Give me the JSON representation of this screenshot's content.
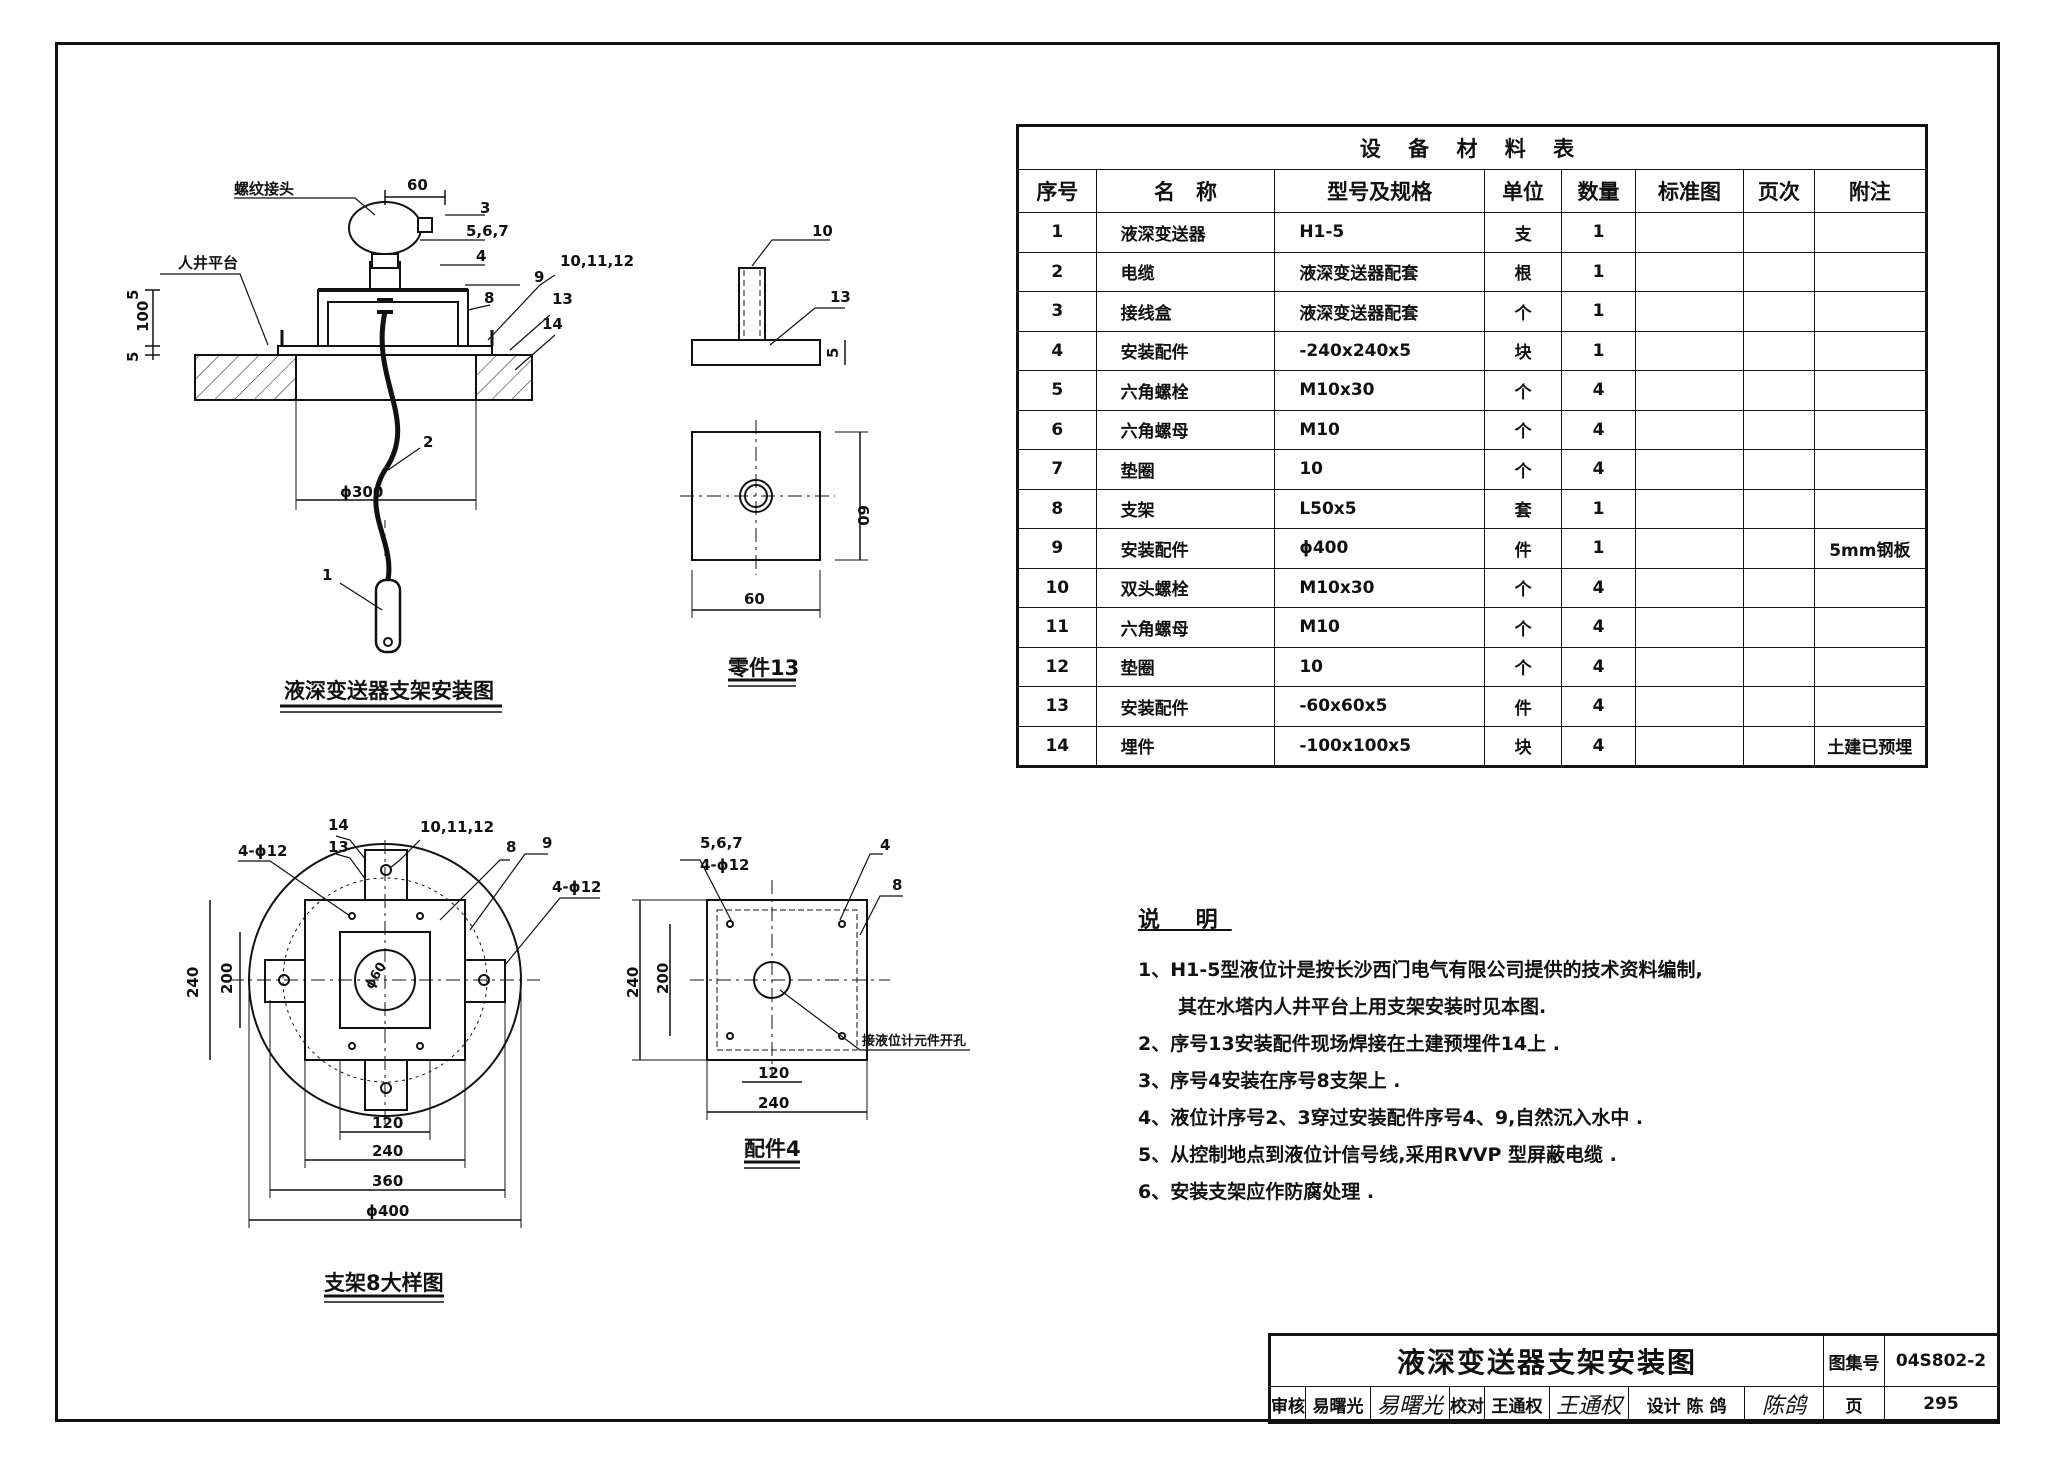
{
  "drawing_1": {
    "title": "液深变送器支架安装图",
    "labels": {
      "thread": "螺纹接头",
      "platform": "人井平台",
      "dim_60": "60",
      "n3": "3",
      "n567": "5,6,7",
      "n4": "4",
      "n101112": "10,11,12",
      "n9": "9",
      "n8": "8",
      "n13": "13",
      "n14": "14",
      "dim_5a": "5",
      "dim_100": "100",
      "dim_5b": "5",
      "n2": "2",
      "phi300": "ϕ300",
      "n1": "1"
    }
  },
  "part13": {
    "title": "零件13",
    "labels": {
      "n10": "10",
      "n13": "13",
      "dim_5": "5",
      "dim_60v": "60",
      "dim_60h": "60"
    }
  },
  "bracket8": {
    "title": "支架8大样图",
    "labels": {
      "n14": "14",
      "n13": "13",
      "n101112": "10,11,12",
      "n8": "8",
      "n9": "9",
      "hole_l": "4-ϕ12",
      "hole_r": "4-ϕ12",
      "dim_240v": "240",
      "dim_200v": "200",
      "phi60": "ϕ60",
      "dim_120": "120",
      "dim_240": "240",
      "dim_360": "360",
      "phi400": "ϕ400"
    }
  },
  "fitting4": {
    "title": "配件4",
    "labels": {
      "n567": "5,6,7",
      "hole": "4-ϕ12",
      "n4": "4",
      "n8": "8",
      "dim_240v": "240",
      "dim_200v": "200",
      "opening": "接液位计元件开孔",
      "dim_120": "120",
      "dim_240": "240"
    }
  },
  "materials": {
    "title": "设 备 材 料 表",
    "headers": [
      "序号",
      "名　称",
      "型号及规格",
      "单位",
      "数量",
      "标准图",
      "页次",
      "附注"
    ],
    "rows": [
      [
        "1",
        "液深变送器",
        "H1-5",
        "支",
        "1",
        "",
        "",
        ""
      ],
      [
        "2",
        "电缆",
        "液深变送器配套",
        "根",
        "1",
        "",
        "",
        ""
      ],
      [
        "3",
        "接线盒",
        "液深变送器配套",
        "个",
        "1",
        "",
        "",
        ""
      ],
      [
        "4",
        "安装配件",
        "-240x240x5",
        "块",
        "1",
        "",
        "",
        ""
      ],
      [
        "5",
        "六角螺栓",
        "M10x30",
        "个",
        "4",
        "",
        "",
        ""
      ],
      [
        "6",
        "六角螺母",
        "M10",
        "个",
        "4",
        "",
        "",
        ""
      ],
      [
        "7",
        "垫圈",
        "10",
        "个",
        "4",
        "",
        "",
        ""
      ],
      [
        "8",
        "支架",
        "L50x5",
        "套",
        "1",
        "",
        "",
        ""
      ],
      [
        "9",
        "安装配件",
        "ϕ400",
        "件",
        "1",
        "",
        "",
        "5mm钢板"
      ],
      [
        "10",
        "双头螺栓",
        "M10x30",
        "个",
        "4",
        "",
        "",
        ""
      ],
      [
        "11",
        "六角螺母",
        "M10",
        "个",
        "4",
        "",
        "",
        ""
      ],
      [
        "12",
        "垫圈",
        "10",
        "个",
        "4",
        "",
        "",
        ""
      ],
      [
        "13",
        "安装配件",
        "-60x60x5",
        "件",
        "4",
        "",
        "",
        ""
      ],
      [
        "14",
        "埋件",
        "-100x100x5",
        "块",
        "4",
        "",
        "",
        "土建已预埋"
      ]
    ]
  },
  "notes": {
    "heading": "说 明",
    "lines": [
      "1、H1-5型液位计是按长沙西门电气有限公司提供的技术资料编制,",
      "其在水塔内人井平台上用支架安装时见本图.",
      "2、序号13安装配件现场焊接在土建预埋件14上 .",
      "3、序号4安装在序号8支架上 .",
      "4、液位计序号2、3穿过安装配件序号4、9,自然沉入水中 .",
      "5、从控制地点到液位计信号线,采用RVVP 型屏蔽电缆 .",
      "6、安装支架应作防腐处理 ."
    ]
  },
  "title_block": {
    "title": "液深变送器支架安装图",
    "atlas_label": "图集号",
    "atlas_no": "04S802-2",
    "review_label": "审核",
    "reviewer": "易曙光",
    "reviewer_sig": "易曙光",
    "check_label": "校对",
    "checker": "王通权",
    "checker_sig": "王通权",
    "design_label": "设计",
    "designer": "陈 鸽",
    "designer_sig": "陈鸽",
    "page_label": "页",
    "page_no": "295"
  }
}
